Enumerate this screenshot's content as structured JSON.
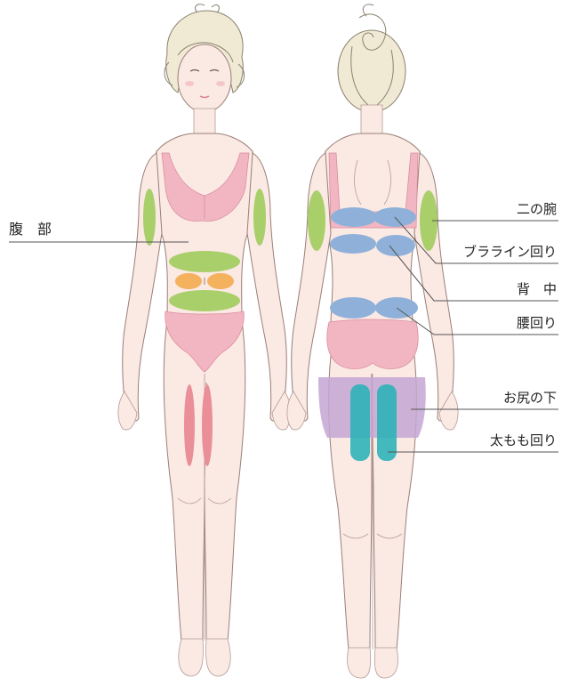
{
  "labels": {
    "front_abdomen": "腹　部",
    "upper_arm": "二の腕",
    "bra_line": "ブラライン回り",
    "back": "背　中",
    "waist": "腰回り",
    "under_buttocks": "お尻の下",
    "thigh": "太もも回り"
  },
  "colors": {
    "skin": "#fbe9e4",
    "underwear": "#f2b6c2",
    "green_zone": "#a9cf6a",
    "orange_zone": "#f4b15e",
    "red_zone": "#ea8f98",
    "blue_zone": "#8fb1d9",
    "purple_zone": "#c4a6d4",
    "teal_zone": "#2fb3b8",
    "hair": "#f0ead4"
  }
}
